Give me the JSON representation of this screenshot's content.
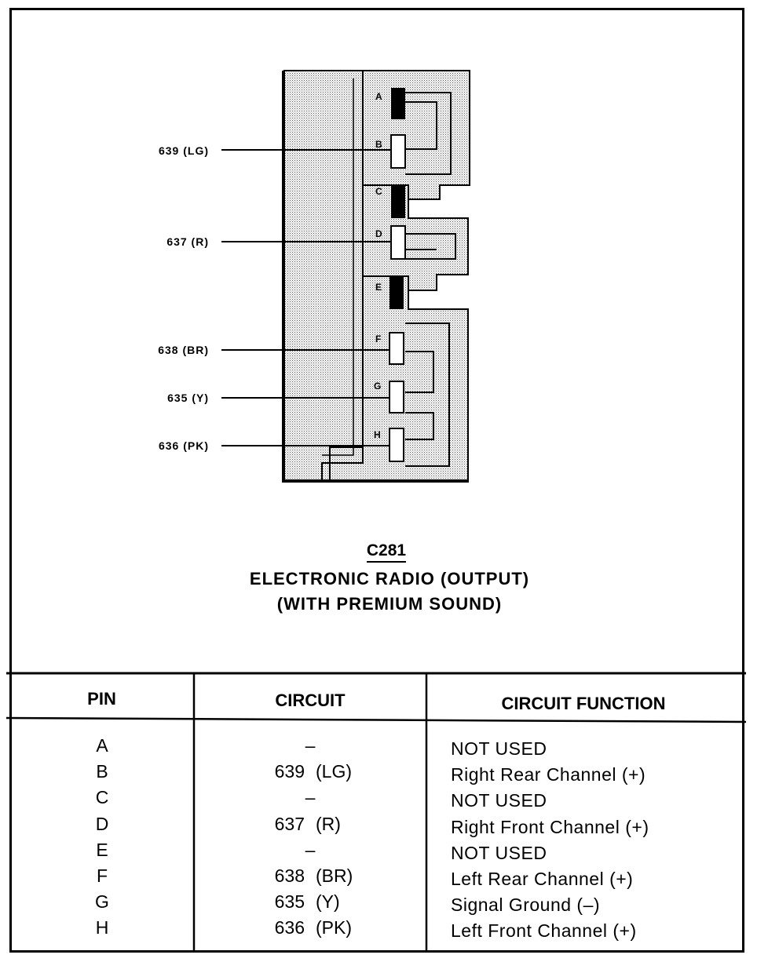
{
  "diagram": {
    "pins": [
      "A",
      "B",
      "C",
      "D",
      "E",
      "F",
      "G",
      "H"
    ],
    "wires": [
      {
        "pin": "B",
        "label": "639 (LG)"
      },
      {
        "pin": "D",
        "label": "637 (R)"
      },
      {
        "pin": "F",
        "label": "638 (BR)"
      },
      {
        "pin": "G",
        "label": "635 (Y)"
      },
      {
        "pin": "H",
        "label": "636 (PK)"
      }
    ]
  },
  "connector": {
    "id": "C281",
    "description": "ELECTRONIC RADIO (OUTPUT)",
    "subtitle": "(WITH PREMIUM SOUND)"
  },
  "table": {
    "headers": [
      "PIN",
      "CIRCUIT",
      "CIRCUIT FUNCTION"
    ],
    "rows": [
      {
        "pin": "A",
        "circuit_num": "",
        "circuit_code": "",
        "circuit_dash": "–",
        "function": "NOT USED"
      },
      {
        "pin": "B",
        "circuit_num": "639",
        "circuit_code": "(LG)",
        "circuit_dash": "",
        "function": "Right Rear Channel (+)"
      },
      {
        "pin": "C",
        "circuit_num": "",
        "circuit_code": "",
        "circuit_dash": "–",
        "function": "NOT USED"
      },
      {
        "pin": "D",
        "circuit_num": "637",
        "circuit_code": "(R)",
        "circuit_dash": "",
        "function": "Right Front Channel (+)"
      },
      {
        "pin": "E",
        "circuit_num": "",
        "circuit_code": "",
        "circuit_dash": "–",
        "function": "NOT USED"
      },
      {
        "pin": "F",
        "circuit_num": "638",
        "circuit_code": "(BR)",
        "circuit_dash": "",
        "function": "Left Rear Channel (+)"
      },
      {
        "pin": "G",
        "circuit_num": "635",
        "circuit_code": "(Y)",
        "circuit_dash": "",
        "function": "Signal Ground (–)"
      },
      {
        "pin": "H",
        "circuit_num": "636",
        "circuit_code": "(PK)",
        "circuit_dash": "",
        "function": "Left Front Channel (+)"
      }
    ]
  }
}
